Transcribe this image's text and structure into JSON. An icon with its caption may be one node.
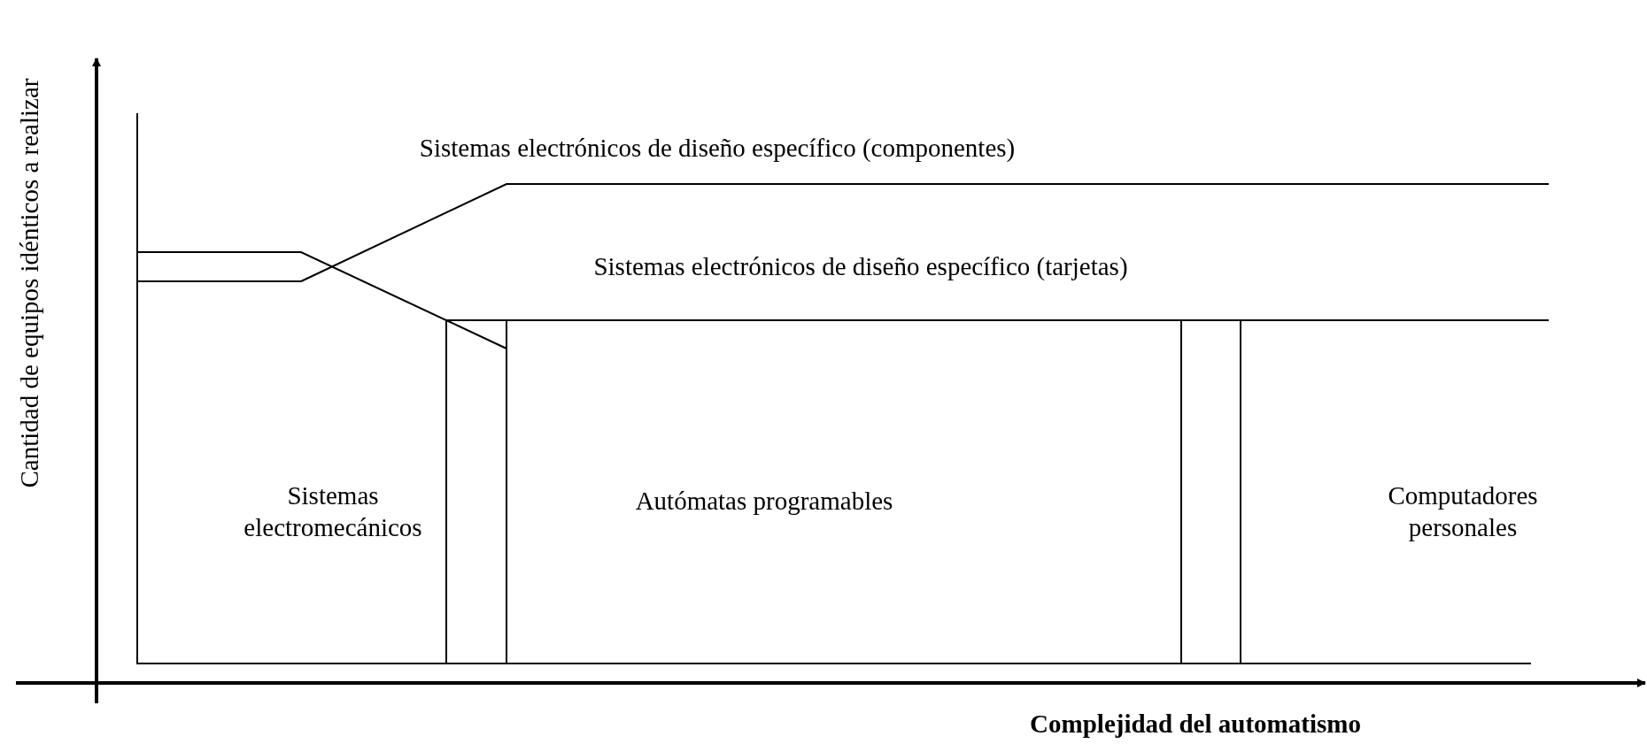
{
  "diagram": {
    "labels": [
      "Cantidad de equipos idénticos a realizar",
      "Sistemas electrónicos de diseño específico (componentes)",
      "Sistemas electrónicos de diseño específico (tarjetas)",
      "Sistemas electromecánicos",
      "Autómatas programables",
      "Computadores personales",
      "Complejidad del automatismo"
    ]
  }
}
